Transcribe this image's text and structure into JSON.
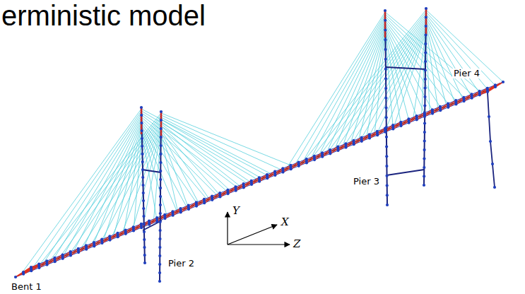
{
  "diagram": {
    "title": "erministic model",
    "labels": [
      "Bent 1",
      "Pier 2",
      "Pier 3",
      "Pier 4",
      "Y",
      "X",
      "Z"
    ]
  }
}
